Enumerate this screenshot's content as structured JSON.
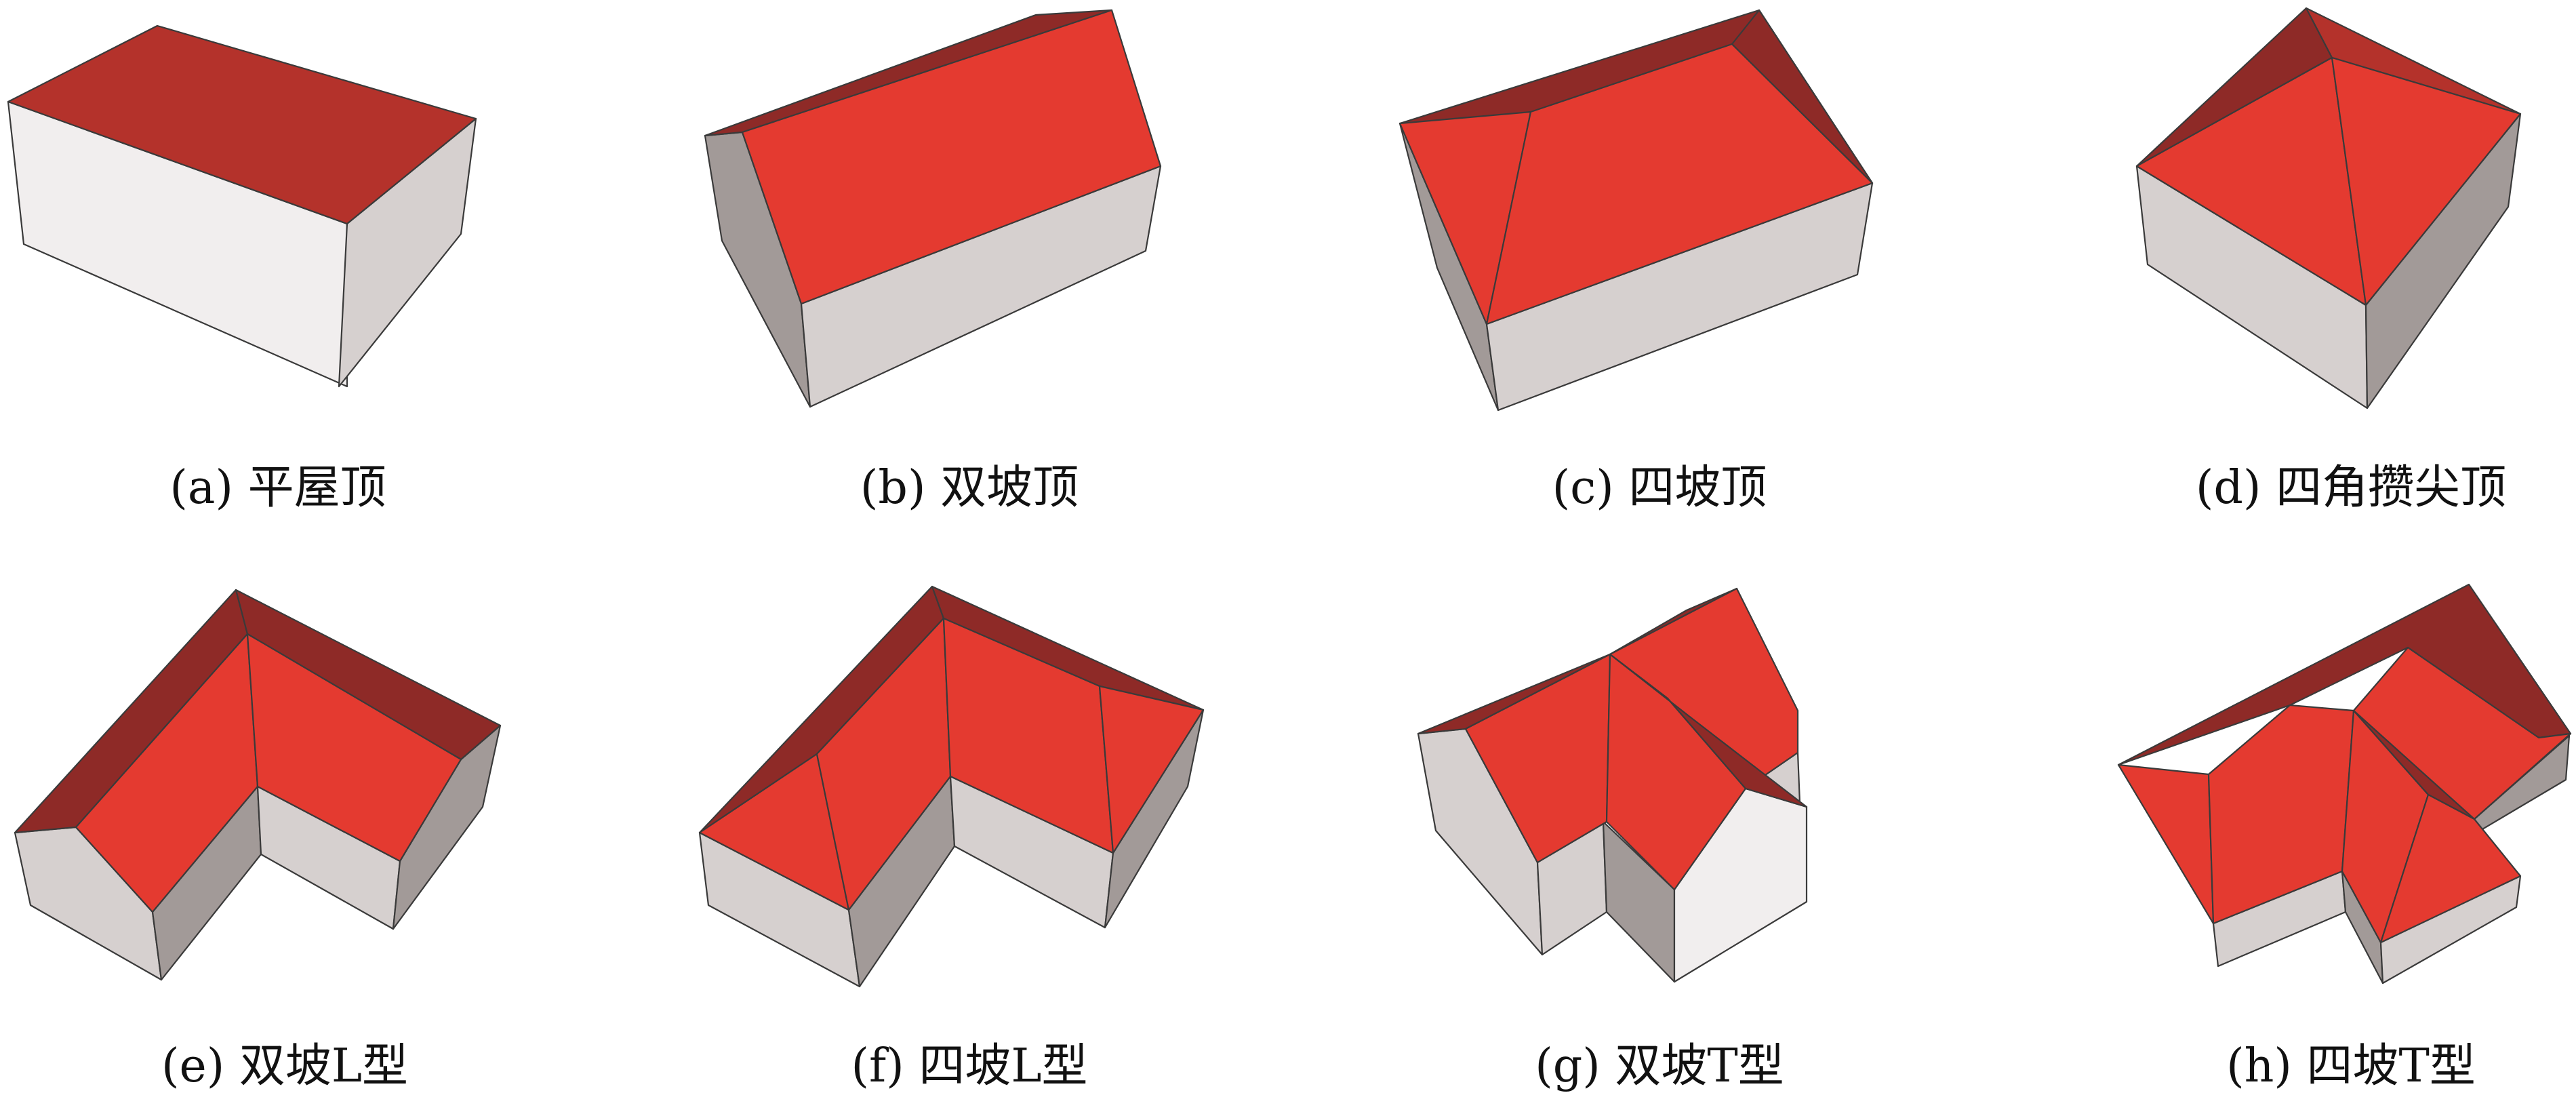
{
  "colors": {
    "roof_main": "#E43A30",
    "roof_dark": "#B4322B",
    "roof_shadow": "#8E2A27",
    "wall_light": "#F1EEEE",
    "wall_mid": "#D6D0CF",
    "wall_dark": "#A29A98",
    "edge": "#3A3A3A",
    "background": "#FFFFFF"
  },
  "figures": [
    {
      "id": "a",
      "caption": "(a) 平屋顶"
    },
    {
      "id": "b",
      "caption": "(b) 双坡顶"
    },
    {
      "id": "c",
      "caption": "(c) 四坡顶"
    },
    {
      "id": "d",
      "caption": "(d) 四角攒尖顶"
    },
    {
      "id": "e",
      "caption": "(e) 双坡L型"
    },
    {
      "id": "f",
      "caption": "(f) 四坡L型"
    },
    {
      "id": "g",
      "caption": "(g) 双坡T型"
    },
    {
      "id": "h",
      "caption": "(h) 四坡T型"
    }
  ]
}
